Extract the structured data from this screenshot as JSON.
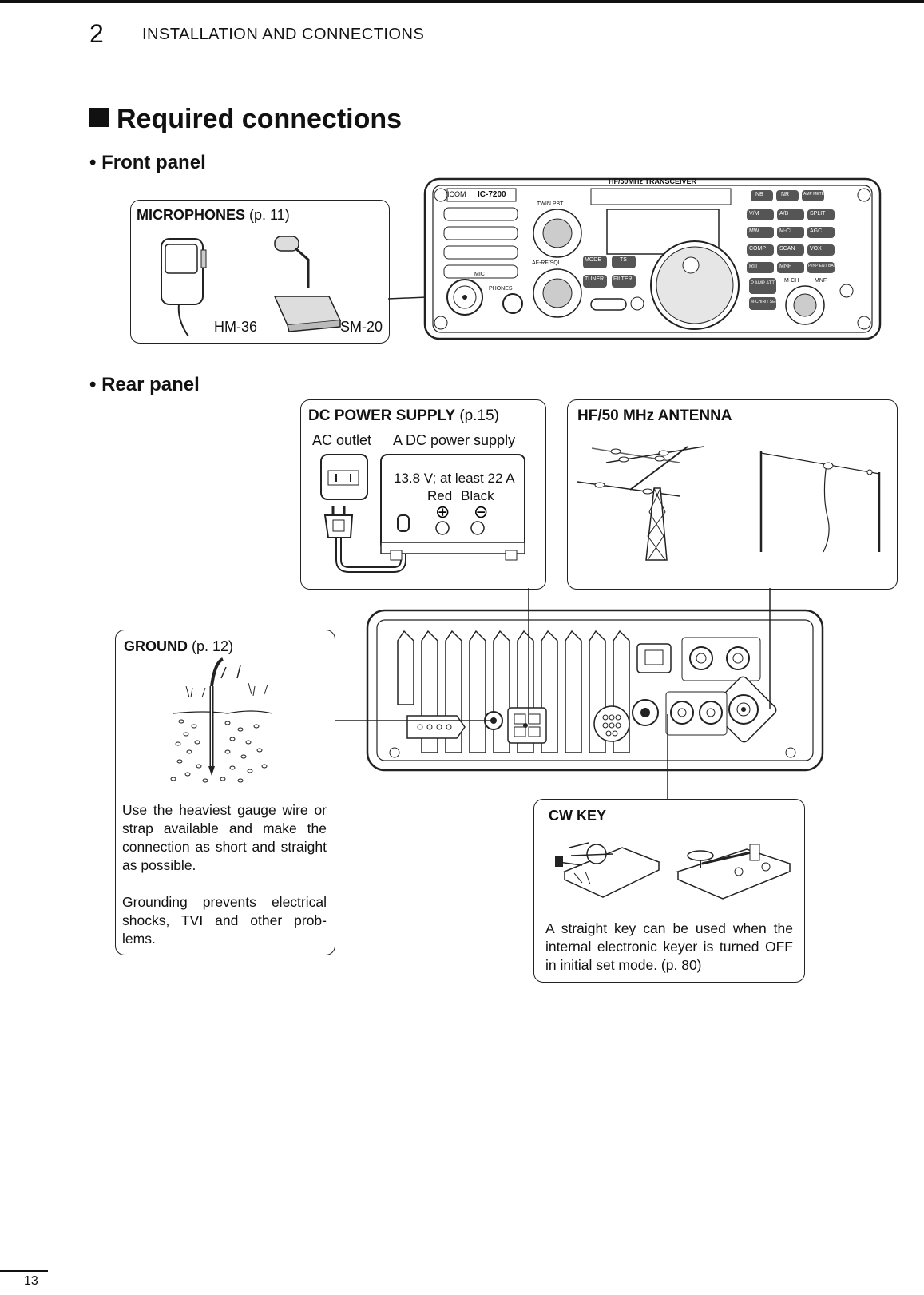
{
  "header": {
    "chapter_number": "2",
    "chapter_title": "INSTALLATION AND CONNECTIONS"
  },
  "section": {
    "title": "Required connections"
  },
  "front_panel": {
    "heading": "• Front panel",
    "microphones": {
      "title_bold": "MICROPHONES",
      "title_ref": " (p. 11)",
      "mic1": "HM-36",
      "mic2": "SM-20"
    },
    "radio_labels": {
      "brand": "ICOM",
      "model": "IC-7200",
      "transceiver": "HF/50MHz TRANSCEIVER",
      "twin_pbt": "TWIN PBT",
      "af_rf": "AF-RF/SQL",
      "mic": "MIC",
      "phones": "PHONES",
      "mode": "MODE",
      "ts": "TS",
      "tuner": "TUNER",
      "filter": "FILTER",
      "nb": "NB",
      "nr": "NR",
      "amp_meter": "AMP METER",
      "vm": "V/M",
      "ab": "A/B",
      "split": "SPLIT",
      "mw": "MW",
      "mcl": "M-CL",
      "agc": "AGC",
      "comp": "COMP",
      "scan": "SCAN",
      "vox": "VOX",
      "rit": "RIT",
      "mnf": "MNF",
      "pinp": "P.INP ENT BAND",
      "pamp": "P.AMP ATT",
      "mch": "M-CH",
      "mnf2": "MNF",
      "mchset": "M-CH/RIT SET"
    }
  },
  "rear_panel": {
    "heading": "• Rear panel",
    "dc_power": {
      "title_bold": "DC POWER SUPPLY",
      "title_ref": " (p.15)",
      "ac_outlet": "AC outlet",
      "dc_supply": "A DC power supply",
      "voltage": "13.8 V; at least 22 A",
      "red": "Red",
      "black": "Black"
    },
    "antenna": {
      "title": "HF/50 MHz ANTENNA"
    },
    "ground": {
      "title_bold": "GROUND",
      "title_ref": " (p. 12)",
      "para1": "Use the heaviest gauge wire or strap available and make the connection as short and straight as possible.",
      "para2": "Grounding prevents electrical shocks, TVI and other prob-lems."
    },
    "cw_key": {
      "title": "CW KEY",
      "text": "A straight key can be used when the internal electronic keyer is turned OFF in initial  set mode. (p. 80)"
    }
  },
  "page_number": "13"
}
